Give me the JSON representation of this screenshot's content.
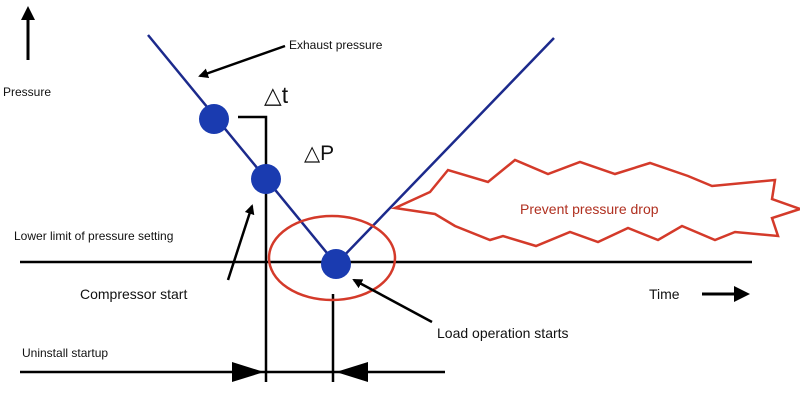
{
  "labels": {
    "pressure": "Pressure",
    "exhaust_pressure": "Exhaust pressure",
    "delta_t": "△t",
    "delta_p": "△P",
    "lower_limit": "Lower limit of pressure setting",
    "compressor_start": "Compressor start",
    "uninstall_startup": "Uninstall startup",
    "load_operation_starts": "Load operation starts",
    "time": "Time",
    "prevent_pressure_drop": "Prevent pressure drop"
  },
  "colors": {
    "line": "#000000",
    "pressure_curve": "#1c2a8c",
    "marker": "#1a3bb0",
    "highlight": "#d43a2a",
    "callout_text": "#b03020"
  }
}
